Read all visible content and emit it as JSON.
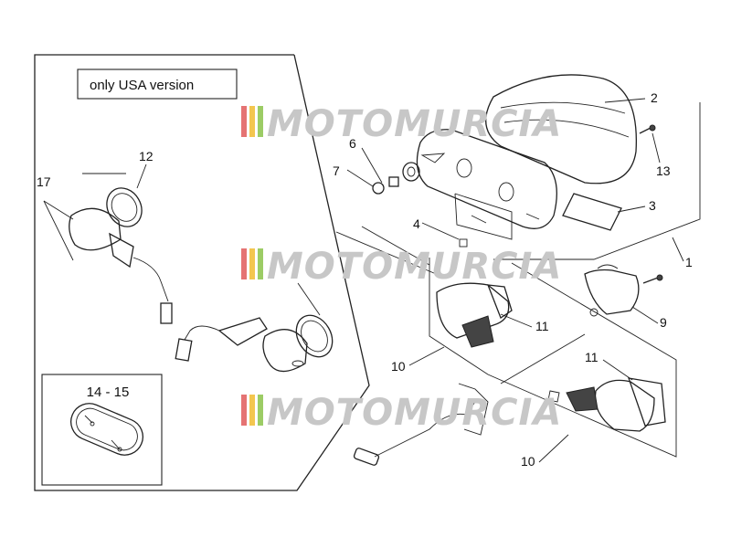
{
  "labels": {
    "usa_version": "only USA version",
    "part_14_15": "14 - 15"
  },
  "callouts": [
    "1",
    "2",
    "3",
    "4",
    "6",
    "7",
    "9",
    "10",
    "10",
    "11",
    "11",
    "12",
    "13",
    "17"
  ],
  "watermark": {
    "text": "MOTOMURCIA",
    "stripe_colors": [
      "#e57373",
      "#f3c64f",
      "#9ccc65"
    ],
    "text_color": "#c7c7c7"
  }
}
